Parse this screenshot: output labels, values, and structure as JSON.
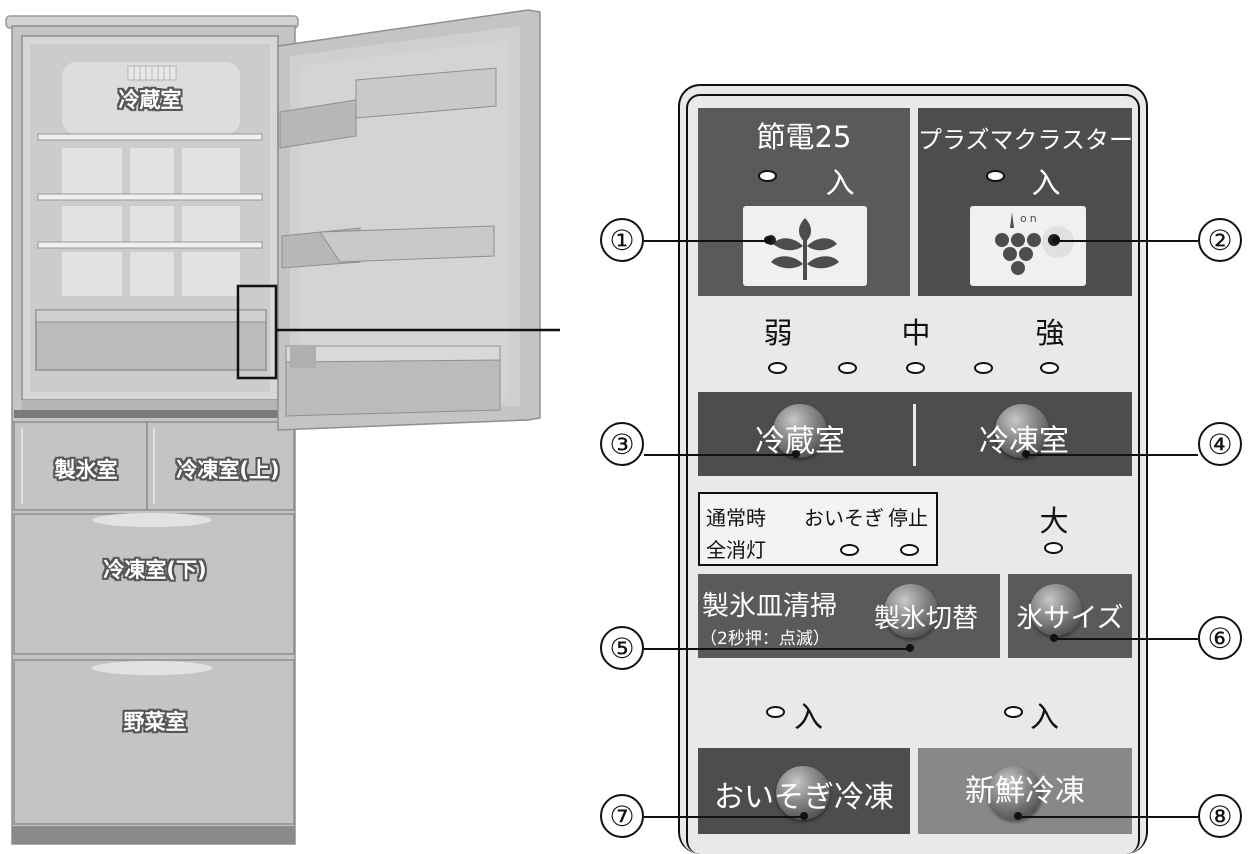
{
  "fridge": {
    "compartments": {
      "refrigerator": "冷蔵室",
      "ice_maker": "製氷室",
      "freezer_upper": "冷凍室(上)",
      "freezer_lower": "冷凍室(下)",
      "vegetable": "野菜室"
    }
  },
  "panel": {
    "power_save": {
      "title": "節電25",
      "indicator": "入"
    },
    "plasmacluster": {
      "title": "プラズマクラスター",
      "indicator": "入",
      "icon_text": "on"
    },
    "levels": {
      "weak": "弱",
      "medium": "中",
      "strong": "強"
    },
    "fridge_button": "冷蔵室",
    "freezer_button": "冷凍室",
    "ice_mode": {
      "normal": "通常時",
      "all_off": "全消灯",
      "quick": "おいそぎ",
      "stop": "停止"
    },
    "large": "大",
    "ice_tray_clean": "製氷皿清掃",
    "ice_tray_note": "（2秒押：点滅）",
    "ice_switch": "製氷切替",
    "ice_size": "氷サイズ",
    "on_left": "入",
    "on_right": "入",
    "quick_freeze": "おいそぎ冷凍",
    "fresh_freeze": "新鮮冷凍"
  },
  "callouts": [
    "①",
    "②",
    "③",
    "④",
    "⑤",
    "⑥",
    "⑦",
    "⑧"
  ],
  "colors": {
    "panel_dark": "#4d4d4d",
    "panel_mid": "#5a5a5a",
    "panel_light": "#888888",
    "panel_bg": "#e9e9e9",
    "fridge_gray": "#c4c4c4"
  }
}
